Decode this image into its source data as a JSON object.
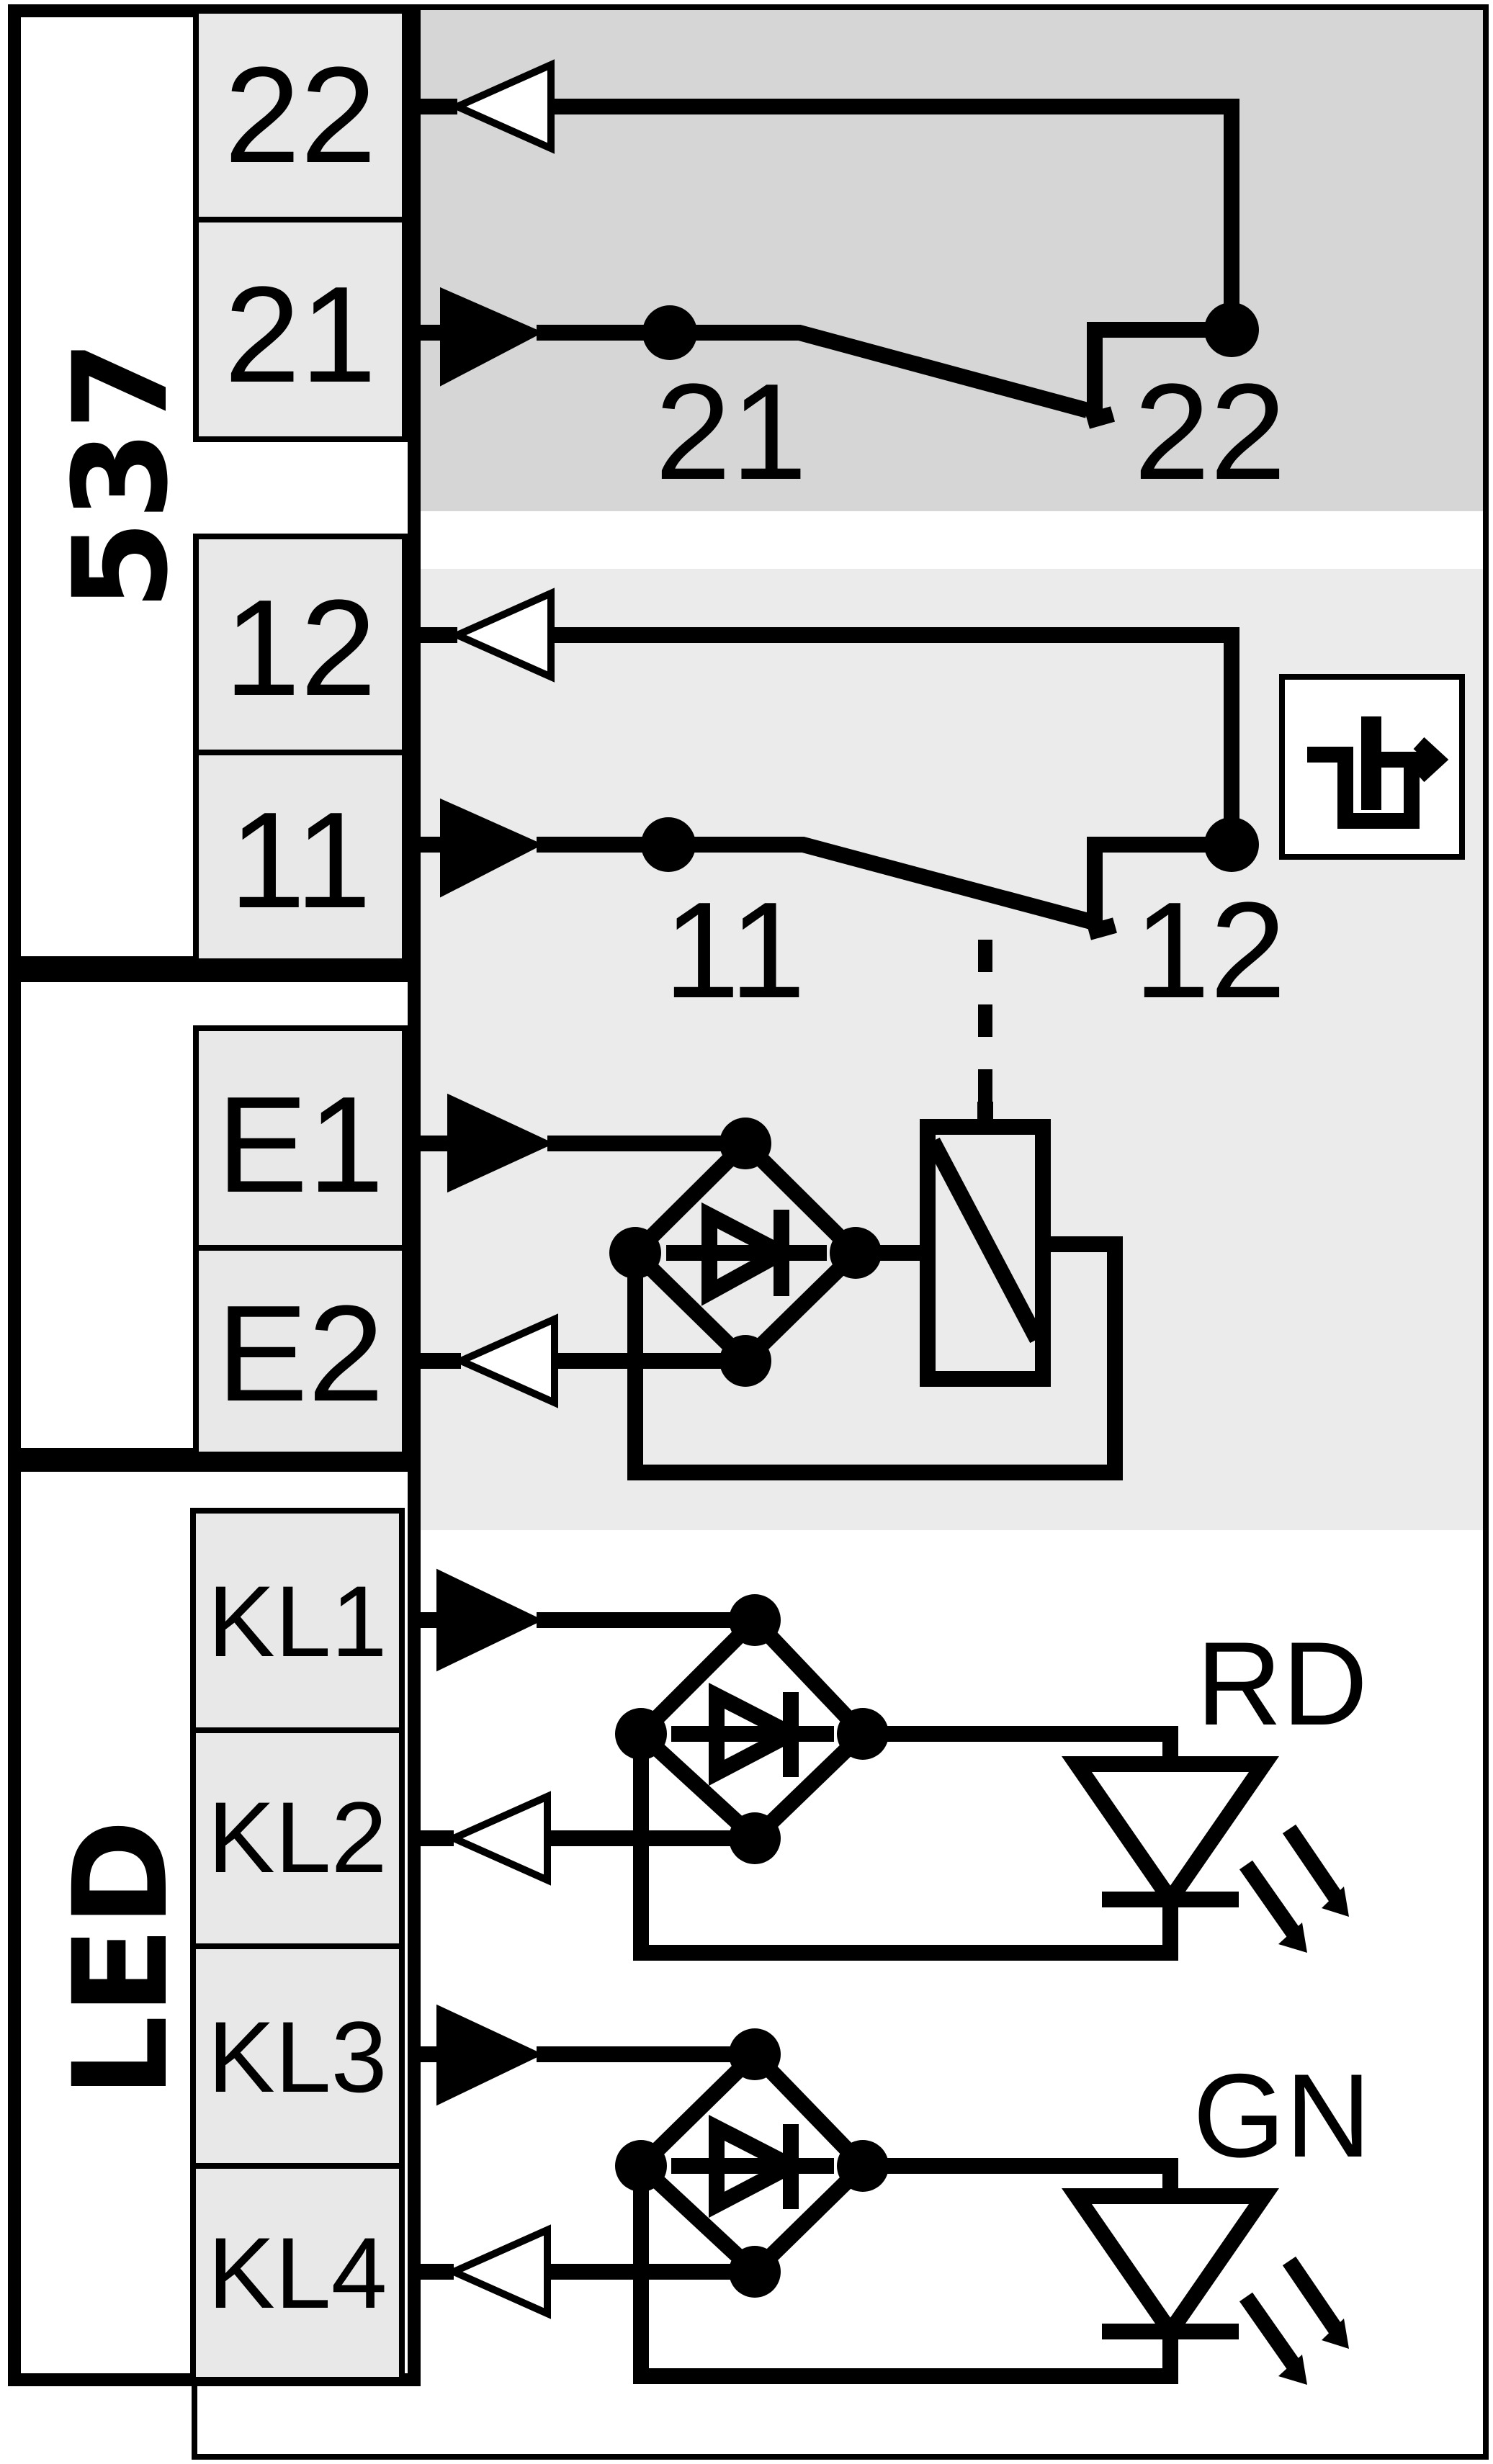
{
  "module_label": "537",
  "led_label": "LED",
  "terminals": {
    "t22": "22",
    "t21": "21",
    "t12": "12",
    "t11": "11",
    "e1": "E1",
    "e2": "E2",
    "kl1": "KL1",
    "kl2": "KL2",
    "kl3": "KL3",
    "kl4": "KL4"
  },
  "contacts": {
    "c21": "21",
    "c22": "22",
    "c11": "11",
    "c12": "12"
  },
  "leds": {
    "red": "RD",
    "green": "GN"
  },
  "colors": {
    "zone_dark": "#d6d6d6",
    "zone_light": "#ebebeb",
    "terminal_fill": "#e8e8e8",
    "line": "#000000"
  }
}
